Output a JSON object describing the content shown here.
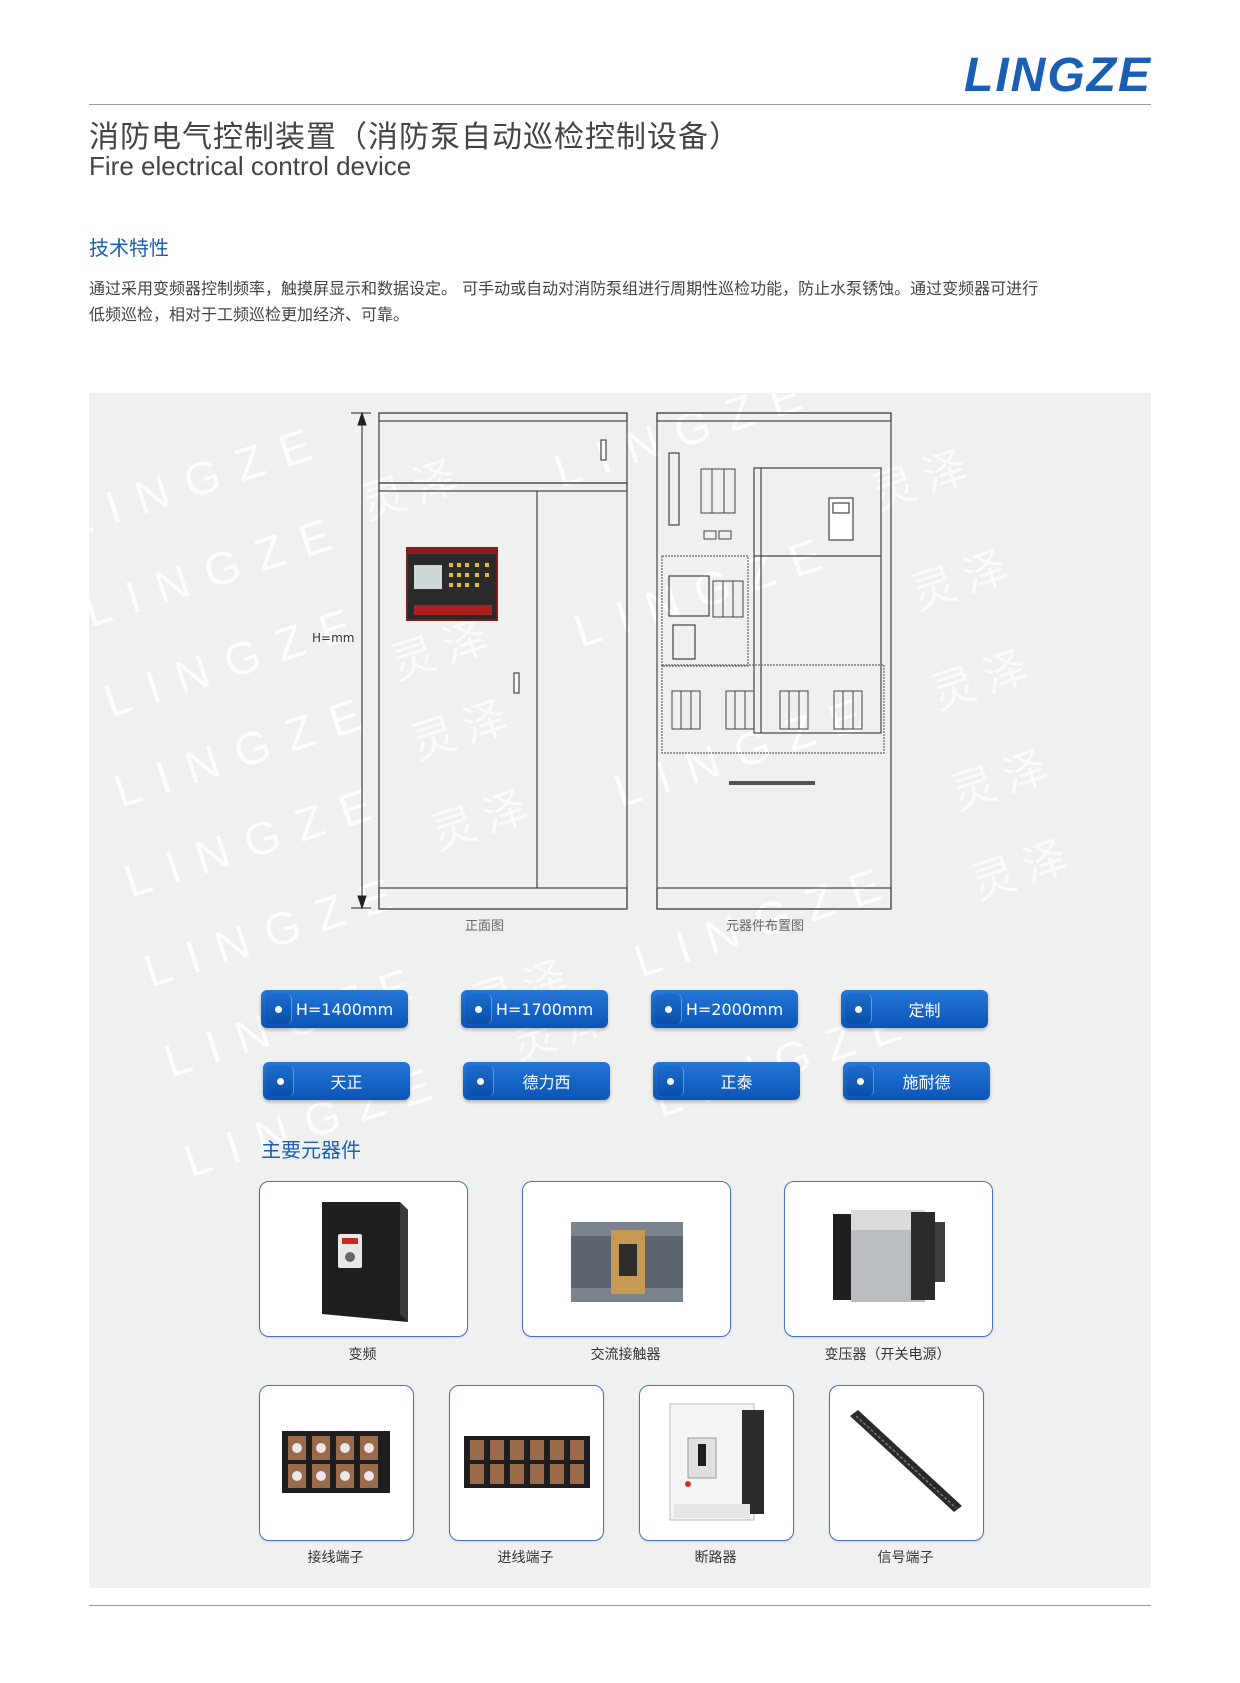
{
  "brand": {
    "logo_text": "LINGZE"
  },
  "header": {
    "title_cn": "消防电气控制装置（消防泵自动巡检控制设备）",
    "title_en": "Fire electrical control device"
  },
  "features": {
    "heading": "技术特性",
    "line1": "通过采用变频器控制频率，触摸屏显示和数据设定。 可手动或自动对消防泵组进行周期性巡检功能，防止水泵锈蚀。通过变频器可进行",
    "line2": "低频巡检，相对于工频巡检更加经济、可靠。"
  },
  "drawing": {
    "height_label": "H=mm",
    "front_caption": "正面图",
    "layout_caption": "元器件布置图",
    "watermark_en": "LINGZE",
    "watermark_cn": "灵泽"
  },
  "heights": [
    "H=1400mm",
    "H=1700mm",
    "H=2000mm",
    "定制"
  ],
  "brands": [
    "天正",
    "德力西",
    "正泰",
    "施耐德"
  ],
  "components": {
    "heading": "主要元器件",
    "row1": [
      "变频",
      "交流接触器",
      "变压器（开关电源）"
    ],
    "row2": [
      "接线端子",
      "进线端子",
      "断路器",
      "信号端子"
    ]
  }
}
